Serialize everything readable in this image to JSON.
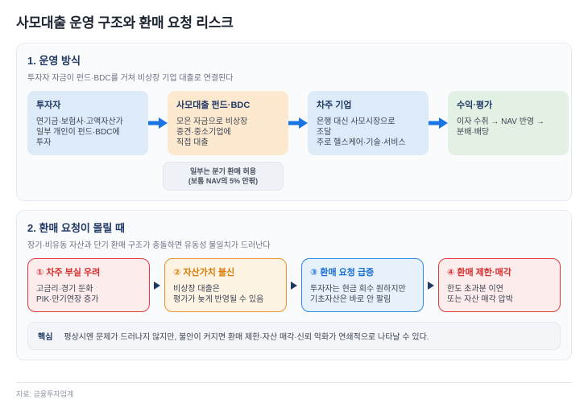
{
  "title": "사모대출 운영 구조와 환매 요청 리스크",
  "colors": {
    "accent_arrow_blue": "#1b74e4",
    "navy_heading": "#1f3864",
    "risk_red": "#e23b3b",
    "risk_orange": "#e8962e",
    "risk_blue": "#2b8ae2",
    "step_blue_bg": "#ddeaf8",
    "step_cream_bg": "#fde9cf",
    "step_green_bg": "#e3f1e5"
  },
  "section1": {
    "heading": "1. 운영 방식",
    "subtitle": "투자자 자금이 펀드·BDC를 거쳐 비상장 기업 대출로 연결된다",
    "steps": [
      {
        "title": "투자자",
        "lines": [
          "연기금·보험사·고액자산가",
          "일부 개인이 펀드·BDC에",
          "투자"
        ]
      },
      {
        "title": "사모대출 펀드·BDC",
        "lines": [
          "모은 자금으로 비상장",
          "중견·중소기업에",
          "직접 대출"
        ]
      },
      {
        "title": "차주 기업",
        "lines": [
          "은행 대신 사모시장으로",
          "조달",
          "주로 헬스케어·기술·서비스"
        ]
      },
      {
        "title": "수익·평가",
        "lines": [
          "이자 수취 → NAV 반영 →",
          "분배·배당"
        ]
      }
    ],
    "note_lines": [
      "일부는 분기 환매 허용",
      "(보통 NAV의 5% 안팎)"
    ]
  },
  "section2": {
    "heading": "2. 환매 요청이 몰릴 때",
    "subtitle": "장기·비유동 자산과 단기 환매 구조가 충돌하면 유동성 불일치가 드러난다",
    "risks": [
      {
        "title": "① 차주 부실 우려",
        "lines": [
          "고금리·경기 둔화",
          "PIK·만기연장 증가"
        ]
      },
      {
        "title": "② 자산가치 불신",
        "lines": [
          "비상장 대출은",
          "평가가 늦게 반영될 수 있음"
        ]
      },
      {
        "title": "③ 환매 요청 급증",
        "lines": [
          "투자자는 현금 회수 원하지만",
          "기초자산은 바로 안 팔림"
        ]
      },
      {
        "title": "④ 환매 제한·매각",
        "lines": [
          "한도 초과분 이연",
          "또는 자산 매각 압박"
        ]
      }
    ],
    "key": {
      "label": "핵심",
      "text": "평상시엔 문제가 드러나지 않지만, 불안이 커지면 환매 제한·자산 매각·신뢰 악화가 연쇄적으로 나타날 수 있다."
    }
  },
  "footer": {
    "source": "자료: 금융투자업계"
  }
}
